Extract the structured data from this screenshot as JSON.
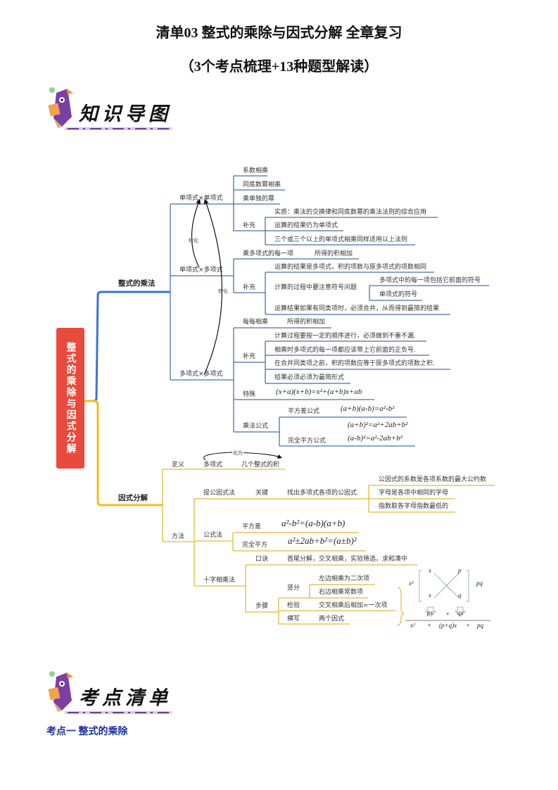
{
  "header": {
    "title": "清单03  整式的乘除与因式分解  全章复习",
    "subtitle": "（3个考点梳理+13种题型解读）"
  },
  "banners": {
    "knowledge_map": "知识导图",
    "exam_points": "考点清单"
  },
  "colors": {
    "root_bg": "#e84a3b",
    "multiply_branch": "#3d6db5",
    "factor_branch": "#e8b92e",
    "section_heading": "#1a2fa0"
  },
  "mindmap": {
    "root": "整式的乘除与因式分解",
    "multiplication": {
      "label": "整式的乘法",
      "convert_label_1": "转化",
      "convert_label_2": "转化",
      "mono_mono": {
        "label": "单项式×单项式",
        "items": [
          "系数相乘",
          "同底数幂相乘",
          "乘单独的幂"
        ],
        "supplement_label": "补充",
        "supplement": [
          "实质：乘法的交换律和同底数幂的乘法法则的综合应用",
          "运算的结果仍为单项式",
          "三个或三个以上的单项式相乘同样适用以上法则"
        ]
      },
      "mono_poly": {
        "label": "单项式×多项式",
        "step": "乘多项式的每一项",
        "step_result": "所得的积相加",
        "supplement_label": "补充",
        "supplement_1": "运算的结果是多项式，积的项数与原多项式的项数相同",
        "supplement_2": "计算的过程中要注意符号问题",
        "sign_items": [
          "多项式中的每一项包括它前面的符号",
          "单项式的符号"
        ],
        "supplement_3": "运算结果如果有同类项时，必须合并，从而得到最简的结果"
      },
      "poly_poly": {
        "label": "多项式×多项式",
        "step": "每每相乘",
        "step_result": "所得的积相加",
        "supplement_label": "补充",
        "supplement": [
          "计算过程要按一定的顺序进行，必须做到不重不漏.",
          "相乘时多项式的每一项都应该带上它前面的正负号.",
          "在合并同类项之前，积的项数应等于原多项式的项数之积.",
          "结果必须必须为最简形式"
        ],
        "special_label": "特殊",
        "special_formula": "(x+a)(x+b)=x²+(a+b)x+ab",
        "formulas_label": "乘法公式",
        "diff_squares_label": "平方差公式",
        "diff_squares": "(a+b)(a-b)=a²-b²",
        "perfect_square_label": "完全平方公式",
        "perfect_square_1": "(a+b)²=a²+2ab+b²",
        "perfect_square_2": "(a-b)²=a²-2ab+b²"
      }
    },
    "factorization": {
      "label": "因式分解",
      "definition_label": "定义",
      "def_from": "多项式",
      "def_arrow": "化为",
      "def_to": "几个整式的积",
      "method_label": "方法",
      "common_factor": {
        "label": "提公因式法",
        "key_label": "关键",
        "key": "找出多项式各项的公因式",
        "items": [
          "公因式的系数是各项系数的最大公约数",
          "字母是各项中相同的字母",
          "指数取各字母指数最低的"
        ]
      },
      "formula_method": {
        "label": "公式法",
        "diff_squares_label": "平方差",
        "diff_squares": "a²-b²=(a-b)(a+b)",
        "perfect_square_label": "完全平方",
        "perfect_square": "a²±2ab+b²=(a±b)²"
      },
      "cross_method": {
        "label": "十字相乘法",
        "mnemonic_label": "口诀",
        "mnemonic": "首尾分解，交叉相乘，实验筛选，求和凑中",
        "steps_label": "步骤",
        "vertical_label": "竖分",
        "vertical_items": [
          "左边相乘为二次项",
          "右边相乘常数项"
        ],
        "check_label": "检验",
        "check": "交叉相乘后相加=一次项",
        "write_label": "横写",
        "write": "两个因式",
        "diagram": {
          "left": "x²",
          "tl": "x",
          "bl": "x",
          "tr": "p",
          "br": "q",
          "right": "pq",
          "px": "px",
          "plus1": "+",
          "qx": "qx",
          "r1": "x²",
          "r2": "+",
          "r3": "(p+q)x",
          "r4": "+",
          "r5": "pq"
        }
      }
    }
  },
  "section": {
    "heading": "考点一  整式的乘除"
  }
}
